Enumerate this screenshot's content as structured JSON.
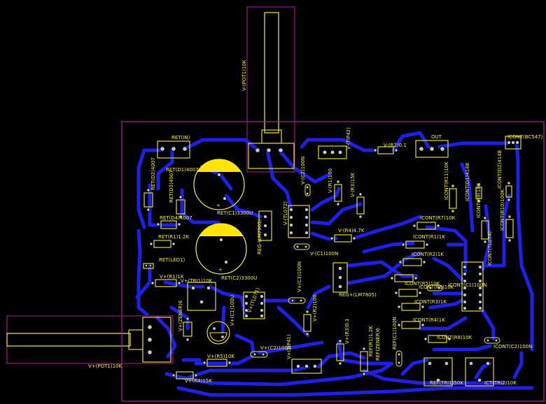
{
  "colors": {
    "background": "#000000",
    "board_outline": "#b0209e",
    "trace": "#1f1fe8",
    "silkscreen": "#f5ef3a",
    "pad": "#c8c8c8",
    "capacitor_fill": "#ffe600"
  },
  "labels": {
    "pot1_minus": "V-(POT1)10K",
    "pot1_plus": "V+(POT1)10K",
    "ret_in": "RET(IN)",
    "ret_d1": "RET(D1)4007",
    "ret_d2": "RET(D2)4007",
    "ret_d3": "RET(D3)4007",
    "ret_d4": "RET(D4)4007",
    "ret_c1": "RET(C1)3300U",
    "ret_c2": "RET(C2)3300U",
    "ret_r1": "RET(R1)1.2K",
    "ret_led1": "RET(LED1)",
    "reg_minus": "REG-(LM7905)",
    "reg_plus": "REG+(LM7805)",
    "vm_c2": "V-(C2)100N",
    "vm_tip42": "V-(TIP42)",
    "vm_r2": "V-(R2)0.1",
    "vm_r1": "V-(R1)100",
    "vm_r3": "V-(R3)15K",
    "vm_tl072": "V-(TL072)",
    "vm_r4": "V-(R4)4.7K",
    "vm_c1": "V-(C1)100N",
    "out": "OUT",
    "icont_bc547": "ICONT(BC547)",
    "icont_r11": "ICONT(R11)10K",
    "icont_d1": "ICONT(D1)4148",
    "icont_d2": "ICONT(D2)4148",
    "icont_r9": "ICONT(R9)10K",
    "icont_r10": "ICONT(R10)100K",
    "icont_r7": "ICONT(R7)10K",
    "icont_r1": "ICONT(R1)1K",
    "icont_tl074": "ICONT(TL074)",
    "icont_r2": "ICONT(R2)1K",
    "icont_r5": "ICONT(R5)10K",
    "icont_c1": "ICONT(C1)100N",
    "icont_r6": "ICONT(R6)10K",
    "icont_r3": "ICONT(R3)1K",
    "icont_r4": "ICONT(R4)1K",
    "icont_r8": "ICONT(R8)10K",
    "icont_c2": "ICONT(C2)100N",
    "vp_r1": "V+(R1)1K",
    "vp_tri1": "V+(TRI1)10K",
    "vp_zener": "V+(ZENER)6",
    "vp_c1": "V+(C1)100U",
    "vp_c3": "V+(C3)100N",
    "vp_tl071": "V+(TL071)",
    "vp_r2": "V+(R2)100",
    "vp_r3": "V+(R3)0.1",
    "vp_c2": "V+(C2)100N",
    "vp_tip41": "V+(TIP41)",
    "vp_r5": "V+(R5)10K",
    "vp_r4": "V+(R4)15K",
    "ref_r1": "REF(R1)1.2K",
    "ref_zener": "REF(ZENER)6",
    "ref_c1": "REF(C1)100N",
    "ref_tri1": "REF(TRI1)50K",
    "ict_tri2": "ICT(TRI2)10K"
  }
}
